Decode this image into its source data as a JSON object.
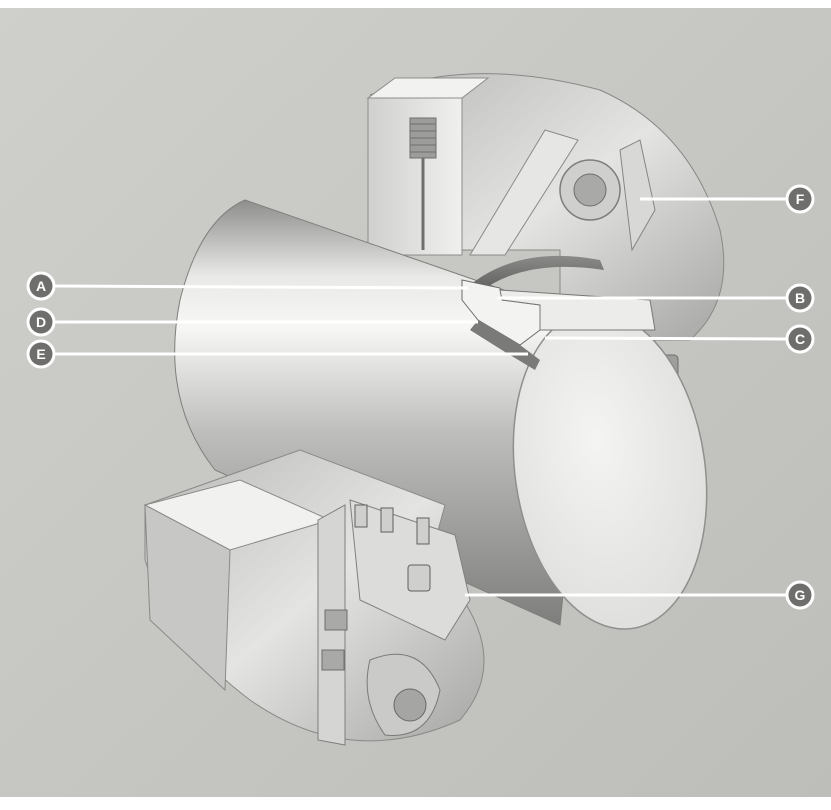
{
  "figure": {
    "background_color": "#c6c6c2",
    "metal_color": "#d9d9d7",
    "label_text_color": "#ffffff"
  },
  "callouts": [
    {
      "letter": "A",
      "side": "left"
    },
    {
      "letter": "B",
      "side": "right"
    },
    {
      "letter": "C",
      "side": "right"
    },
    {
      "letter": "D",
      "side": "left"
    },
    {
      "letter": "E",
      "side": "left"
    },
    {
      "letter": "F",
      "side": "right"
    },
    {
      "letter": "G",
      "side": "right"
    }
  ]
}
